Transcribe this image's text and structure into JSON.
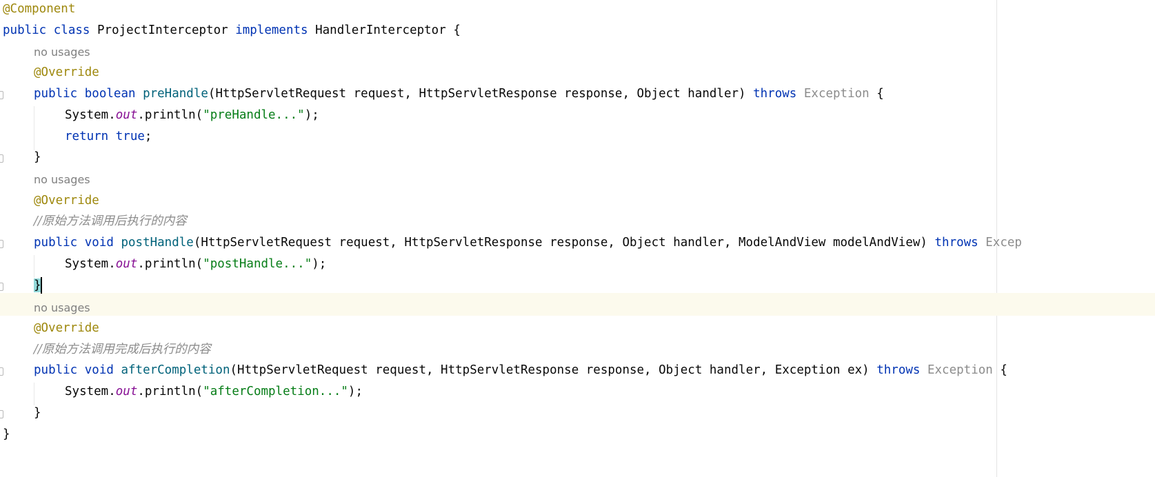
{
  "code": {
    "class_decl": {
      "annotation": "@Component",
      "kw_public": "public",
      "kw_class": "class",
      "class_name": "ProjectInterceptor",
      "kw_implements": "implements",
      "interface_name": "HandlerInterceptor",
      "open_brace": "{",
      "close_brace": "}"
    },
    "methods": [
      {
        "usage_hint": "no usages",
        "annotation": "@Override",
        "kw_public": "public",
        "return_type": "boolean",
        "name": "preHandle",
        "params": "(HttpServletRequest request, HttpServletResponse response, Object handler) ",
        "kw_throws": "throws",
        "exception": "Exception",
        "open_brace": "{",
        "body": [
          {
            "prefix": "System.",
            "field": "out",
            "middle": ".println(",
            "string": "\"preHandle...\"",
            "suffix": ");"
          },
          {
            "kw_return": "return",
            "kw_true": "true",
            "suffix": ";"
          }
        ],
        "close_brace": "}"
      },
      {
        "usage_hint": "no usages",
        "annotation": "@Override",
        "comment": "//原始方法调用后执行的内容",
        "kw_public": "public",
        "return_type": "void",
        "name": "postHandle",
        "params": "(HttpServletRequest request, HttpServletResponse response, Object handler, ModelAndView modelAndView) ",
        "kw_throws": "throws",
        "exception": "Excep",
        "body": [
          {
            "prefix": "System.",
            "field": "out",
            "middle": ".println(",
            "string": "\"postHandle...\"",
            "suffix": ");"
          }
        ],
        "close_brace": "}"
      },
      {
        "usage_hint": "no usages",
        "annotation": "@Override",
        "comment": "//原始方法调用完成后执行的内容",
        "kw_public": "public",
        "return_type": "void",
        "name": "afterCompletion",
        "params": "(HttpServletRequest request, HttpServletResponse response, Object handler, Exception ex) ",
        "kw_throws": "throws",
        "exception": "Exception",
        "open_brace": "{",
        "body": [
          {
            "prefix": "System.",
            "field": "out",
            "middle": ".println(",
            "string": "\"afterCompletion...\"",
            "suffix": ");"
          }
        ],
        "close_brace": "}"
      }
    ]
  },
  "colors": {
    "keyword": "#0033b3",
    "annotation": "#9e880d",
    "method_name": "#00627a",
    "string": "#067d17",
    "static_field": "#871094",
    "comment": "#8c8c8c",
    "caret_line": "#fcfaed",
    "brace_match": "#93d9d9"
  }
}
